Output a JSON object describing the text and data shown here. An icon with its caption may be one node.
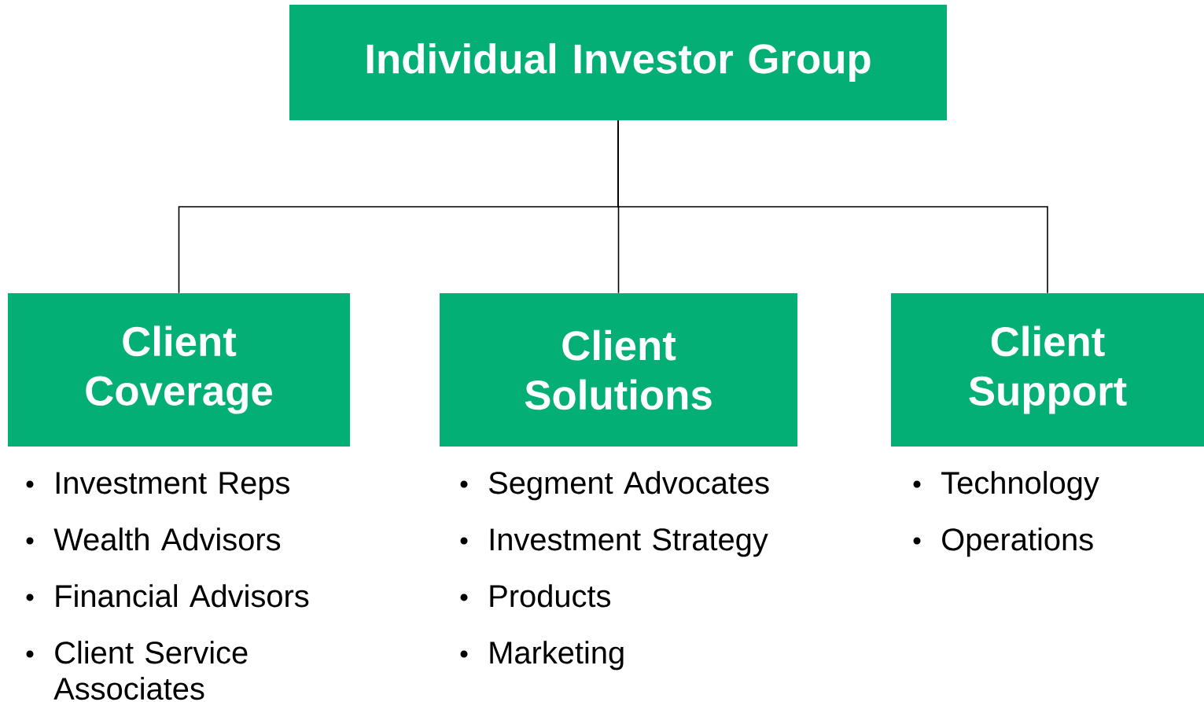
{
  "diagram": {
    "nodes": [
      {
        "text": [
          "Individual Investor Group"
        ]
      },
      {
        "text": [
          "Client Coverage"
        ],
        "beside": [
          "Investment Reps",
          "Wealth Advisors",
          "Financial Advisors",
          "Client Service Associates"
        ]
      },
      {
        "text": [
          "Client Solutions"
        ],
        "beside": [
          "Segment Advocates",
          "Investment Strategy",
          "Products",
          "Marketing"
        ]
      },
      {
        "text": [
          "Client Support"
        ],
        "beside": [
          "Technology",
          "Operations"
        ]
      }
    ],
    "edges": [
      {
        "from": 0,
        "to": 1,
        "arrow": "none"
      },
      {
        "from": 0,
        "to": 2,
        "arrow": "none"
      },
      {
        "from": 0,
        "to": 3,
        "arrow": "none"
      }
    ]
  }
}
